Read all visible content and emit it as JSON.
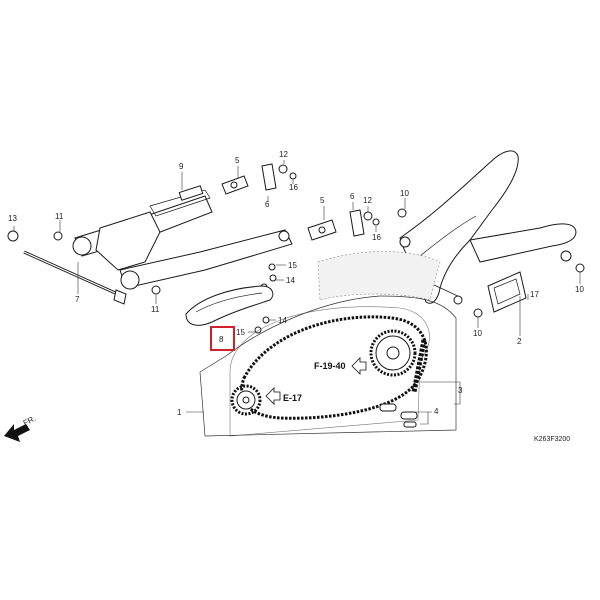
{
  "diagram": {
    "callouts": {
      "c1": "1",
      "c2": "2",
      "c3": "3",
      "c4": "4",
      "c5a": "5",
      "c5b": "5",
      "c6a": "6",
      "c6b": "6",
      "c7": "7",
      "c8": "8",
      "c9": "9",
      "c10a": "10",
      "c10b": "10",
      "c11a": "11",
      "c11b": "11",
      "c12a": "12",
      "c12b": "12",
      "c13": "13",
      "c14a": "14",
      "c14b": "14",
      "c15a": "15",
      "c15b": "15",
      "c16a": "16",
      "c16b": "16",
      "c17": "17"
    },
    "refs": {
      "f1940": "F-19-40",
      "e17": "E-17"
    },
    "direction_label": "FR.",
    "figure_code": "K263F3200",
    "highlight_color": "#d0202a"
  }
}
